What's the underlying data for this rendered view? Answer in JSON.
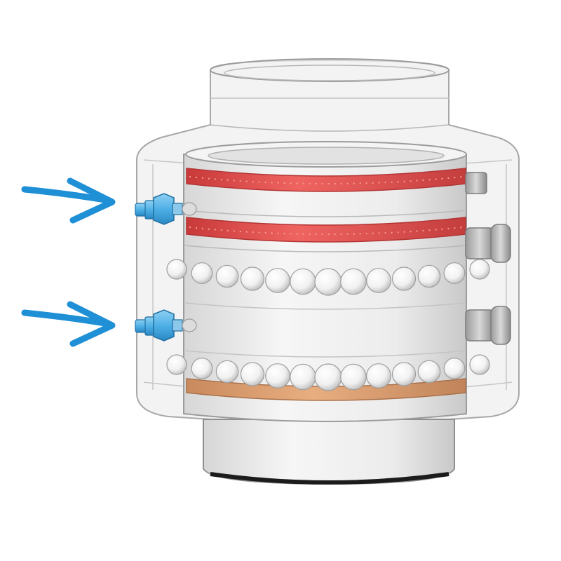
{
  "figure": {
    "subject": "bearing-assembly-cross-view",
    "labels": []
  },
  "arrows": [
    {
      "id": "upper-inlet-arrow",
      "target": "upper-grease-fitting"
    },
    {
      "id": "lower-inlet-arrow",
      "target": "lower-grease-fitting"
    }
  ],
  "colors": {
    "arrow": "#1f8fd6",
    "seal_red": "#e2504f",
    "seal_copper": "#d79a6a",
    "ball": "#f4f4f4",
    "fitting": "#5fb7e8",
    "housing_outline": "#a8a8a8",
    "housing_fill": "#e9e9e9"
  },
  "components": {
    "seals": [
      "upper-red-seal",
      "middle-red-seal",
      "copper-seal"
    ],
    "ball_rows": [
      "upper-ball-row",
      "lower-ball-row"
    ],
    "fittings": [
      "upper-grease-fitting",
      "lower-grease-fitting"
    ]
  }
}
